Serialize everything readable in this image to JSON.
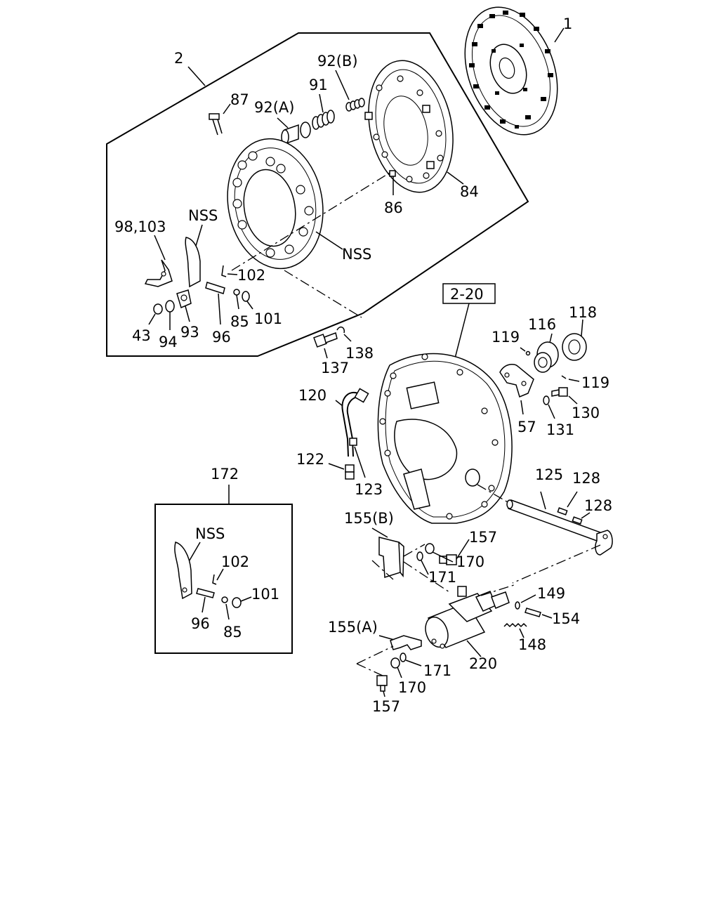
{
  "labels": {
    "l1": "1",
    "l2": "2",
    "l87": "87",
    "l92b": "92(B)",
    "l91": "91",
    "l92a": "92(A)",
    "l84": "84",
    "l86": "86",
    "nss_top": "NSS",
    "l98_103": "98,103",
    "nss_mid": "NSS",
    "l102_top": "102",
    "l43": "43",
    "l94": "94",
    "l93": "93",
    "l96_top": "96",
    "l85_top": "85",
    "l101_top": "101",
    "l2_20": "2-20",
    "l118": "118",
    "l116": "116",
    "l119_a": "119",
    "l119_b": "119",
    "l138": "138",
    "l137": "137",
    "l130": "130",
    "l57": "57",
    "l131": "131",
    "l120": "120",
    "l122": "122",
    "l123": "123",
    "l125": "125",
    "l128_a": "128",
    "l128_b": "128",
    "l172": "172",
    "nss_inset": "NSS",
    "l102_inset": "102",
    "l101_inset": "101",
    "l96_inset": "96",
    "l85_inset": "85",
    "l155b": "155(B)",
    "l157_a": "157",
    "l170_a": "170",
    "l171_a": "171",
    "l149": "149",
    "l154": "154",
    "l148": "148",
    "l155a": "155(A)",
    "l171_b": "171",
    "l170_b": "170",
    "l220": "220",
    "l157_b": "157"
  }
}
